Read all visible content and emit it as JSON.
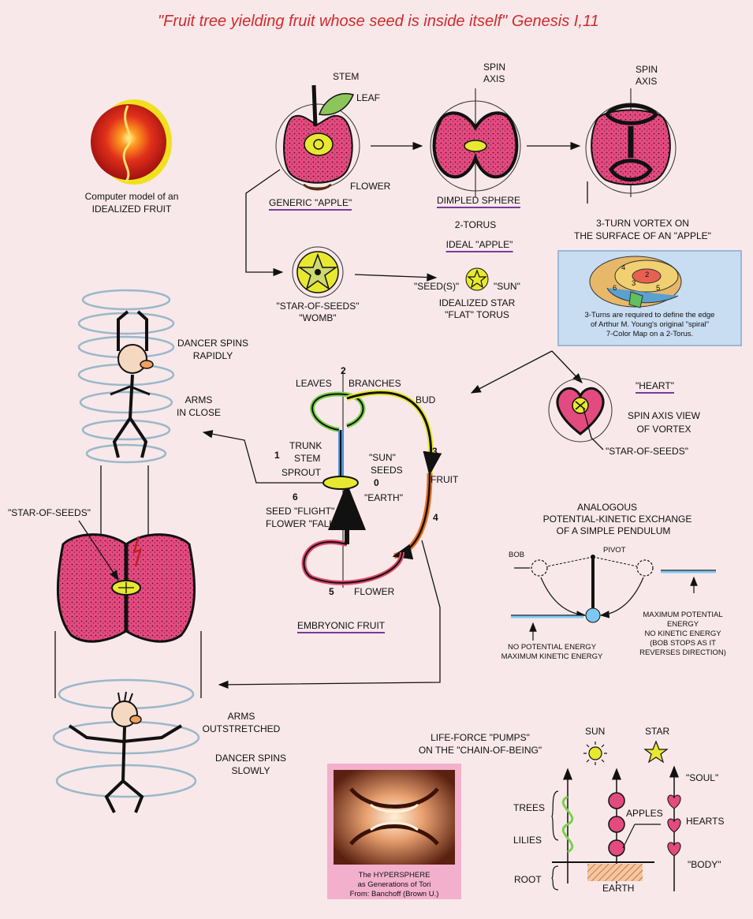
{
  "title": "\"Fruit tree yielding fruit whose seed is inside itself\"  Genesis I,11",
  "labels": {
    "computer_model": "Computer model of an",
    "idealized_fruit": "IDEALIZED FRUIT",
    "stem": "STEM",
    "leaf": "LEAF",
    "flower_top": "FLOWER",
    "generic_apple": "GENERIC \"APPLE\"",
    "spin_axis_1": "SPIN",
    "spin_axis_1b": "AXIS",
    "spin_axis_2": "SPIN",
    "spin_axis_2b": "AXIS",
    "dimpled_sphere": "DIMPLED SPHERE",
    "two_torus": "2-TORUS",
    "ideal_apple": "IDEAL \"APPLE\"",
    "vortex_1": "3-TURN VORTEX ON",
    "vortex_2": "THE SURFACE OF AN \"APPLE\"",
    "star_of_seeds_top": "\"STAR-OF-SEEDS\"",
    "womb": "\"WOMB\"",
    "seeds": "\"SEED(S)\"",
    "sun_top": "\"SUN\"",
    "idealized_star": "IDEALIZED STAR",
    "flat_torus": "\"FLAT\" TORUS",
    "map_note_1": "3-Turns are required to define the edge",
    "map_note_2": "of Arthur M. Young's original \"spiral\"",
    "map_note_3": "7-Color Map on a 2-Torus.",
    "dancer_rapid_1": "DANCER SPINS",
    "dancer_rapid_2": "RAPIDLY",
    "arms_close_1": "ARMS",
    "arms_close_2": "IN CLOSE",
    "n2": "2",
    "leaves": "LEAVES",
    "branches": "BRANCHES",
    "bud": "BUD",
    "trunk": "TRUNK",
    "stem2": "STEM",
    "sprout": "SPROUT",
    "n1": "1",
    "sun_mid": "\"SUN\"",
    "seeds_mid": "SEEDS",
    "n3": "3",
    "fruit": "FRUIT",
    "n0": "0",
    "earth_mid": "\"EARTH\"",
    "n6": "6",
    "seed_flight": "SEED \"FLIGHT\"",
    "flower_fall": "FLOWER \"FALL\"",
    "n4": "4",
    "n5": "5",
    "flower_bottom": "FLOWER",
    "embryonic_fruit": "EMBRYONIC FRUIT",
    "heart": "\"HEART\"",
    "spin_axis_view_1": "SPIN AXIS VIEW",
    "spin_axis_view_2": "OF VORTEX",
    "star_of_seeds_heart": "\"STAR-OF-SEEDS\"",
    "star_of_seeds_left": "\"STAR-OF-SEEDS\"",
    "analogous_1": "ANALOGOUS",
    "analogous_2": "POTENTIAL-KINETIC EXCHANGE",
    "analogous_3": "OF A SIMPLE PENDULUM",
    "bob": "BOB",
    "pivot": "PIVOT",
    "max_pot_1": "MAXIMUM POTENTIAL",
    "max_pot_2": "ENERGY",
    "max_pot_3": "NO KINETIC ENERGY",
    "max_pot_4": "(BOB STOPS AS IT",
    "max_pot_5": "REVERSES DIRECTION)",
    "no_pot_1": "NO POTENTIAL ENERGY",
    "no_pot_2": "MAXIMUM KINETIC ENERGY",
    "arms_out_1": "ARMS",
    "arms_out_2": "OUTSTRETCHED",
    "dancer_slow_1": "DANCER SPINS",
    "dancer_slow_2": "SLOWLY",
    "life_force_1": "LIFE-FORCE \"PUMPS\"",
    "life_force_2": "ON THE \"CHAIN-OF-BEING\"",
    "sun_bottom": "SUN",
    "star_bottom": "STAR",
    "soul": "\"SOUL\"",
    "trees": "TREES",
    "apples": "APPLES",
    "hearts": "HEARTS",
    "lilies": "LILIES",
    "body": "\"BODY\"",
    "root": "ROOT",
    "earth_bottom": "EARTH",
    "hyper_1": "The HYPERSPHERE",
    "hyper_2": "as Generations of Tori",
    "hyper_3": "From: Banchoff (Brown U.)",
    "map_n2": "2",
    "map_n3": "3",
    "map_n4": "4",
    "map_n5": "5",
    "map_n6": "6"
  },
  "colors": {
    "background": "#f8e8ea",
    "title": "#d22a2a",
    "apple_pink": "#e0457a",
    "seed_yellow": "#e8e830",
    "underline": "#7a3a9a",
    "map_panel": "#c8dcf2"
  }
}
